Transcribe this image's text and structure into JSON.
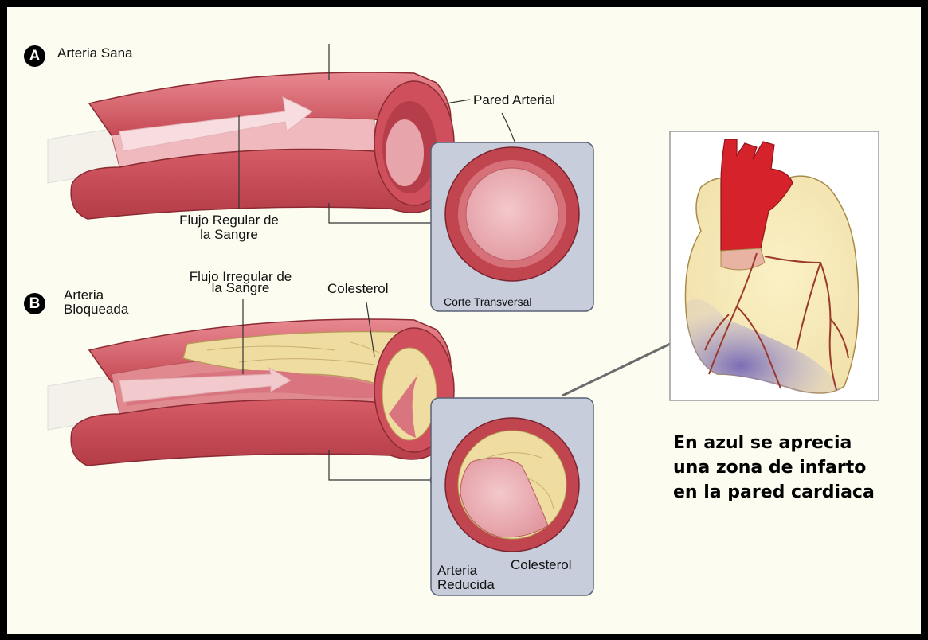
{
  "panel_a": {
    "badge": "A",
    "title": "Arteria Sana",
    "wall_label": "Pared Arterial",
    "flow_label": [
      "Flujo Regular de",
      "la Sangre"
    ],
    "cross_section_label": "Corte Transversal"
  },
  "panel_b": {
    "badge": "B",
    "title": [
      "Arteria",
      "Bloqueada"
    ],
    "flow_label": [
      "Flujo Irregular de",
      "la Sangre"
    ],
    "cholesterol_label": "Colesterol",
    "reduced_label": [
      "Arteria",
      "Reducida"
    ],
    "cross_cholesterol_label": "Colesterol"
  },
  "caption": [
    "En azul se aprecia",
    "una zona de infarto",
    "en la pared cardiaca"
  ],
  "colors": {
    "artery_red": "#d8616a",
    "artery_dark": "#a8323c",
    "artery_light": "#eaa7ab",
    "cholesterol": "#efdca0",
    "panel_bg": "#c7cddb",
    "heart_body": "#f5e8b5",
    "infarct_blue": "#8e80bf",
    "aorta_red": "#d6232b"
  }
}
